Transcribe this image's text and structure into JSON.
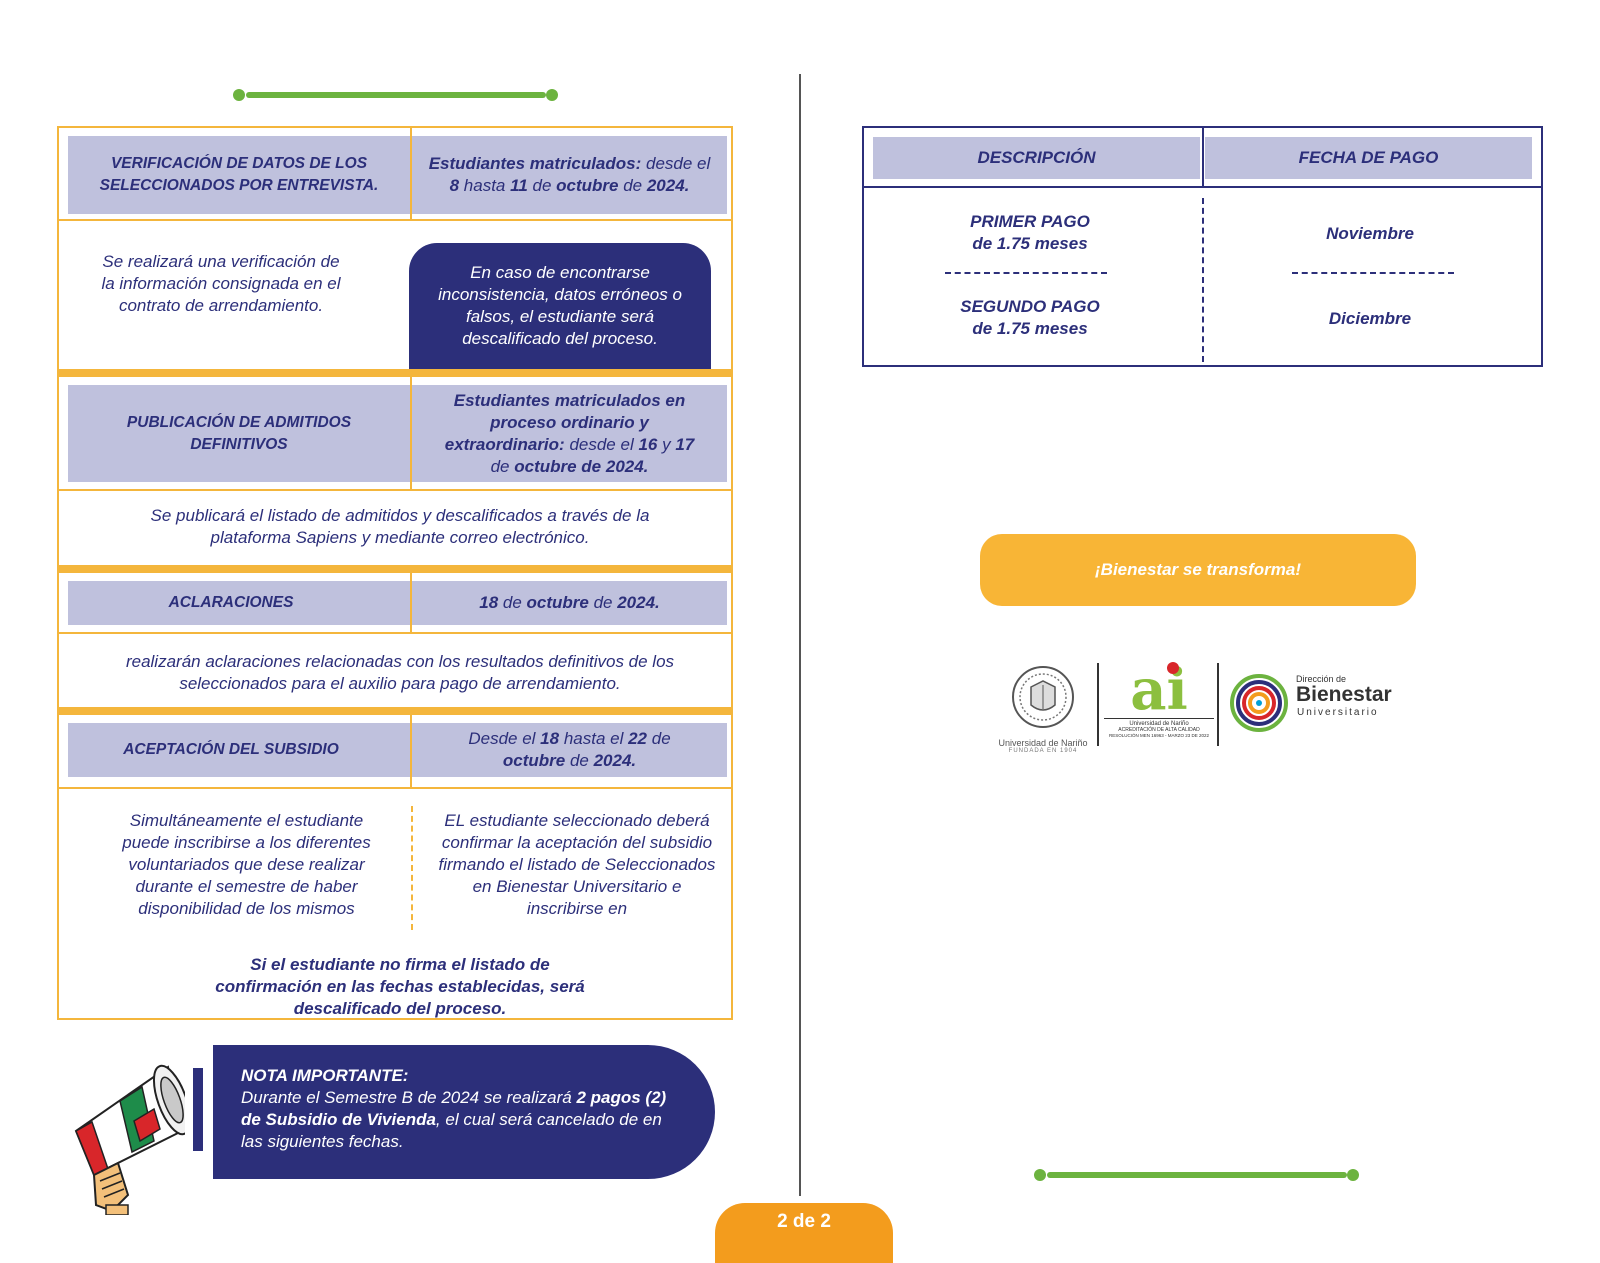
{
  "left_schedule": {
    "row1": {
      "label": "VERIFICACIÓN DE DATOS DE LOS SELECCIONADOS POR ENTREVISTA.",
      "date_parts": [
        "Estudiantes matriculados:",
        " desde el ",
        "8",
        " hasta ",
        "11",
        " de ",
        "octubre",
        " de ",
        "2024."
      ],
      "body_left": "Se realizará una verificación de la información consignada en el contrato de arrendamiento.",
      "body_right": "En caso de encontrarse inconsistencia, datos erróneos o falsos, el estudiante será descalificado del proceso."
    },
    "row2": {
      "label": "PUBLICACIÓN DE ADMITIDOS DEFINITIVOS",
      "date_parts": [
        "Estudiantes matriculados en proceso ordinario y extraordinario:",
        " desde el ",
        "16",
        " y ",
        "17",
        " de ",
        "octubre de 2024."
      ],
      "body": "Se publicará el listado de admitidos y descalificados a través de la plataforma Sapiens y mediante correo electrónico."
    },
    "row3": {
      "label": "ACLARACIONES",
      "date_parts": [
        "18",
        " de ",
        "octubre",
        " de ",
        "2024."
      ],
      "body": "realizarán aclaraciones relacionadas con los resultados definitivos de los seleccionados para el auxilio para pago de arrendamiento."
    },
    "row4": {
      "label": "ACEPTACIÓN DEL SUBSIDIO",
      "date_parts": [
        "Desde el ",
        "18",
        " hasta el ",
        "22",
        " de ",
        "octubre",
        " de ",
        "2024."
      ],
      "body_left": "Simultáneamente el estudiante puede inscribirse a los diferentes voluntariados que dese realizar durante el semestre de haber disponibilidad de los mismos",
      "body_right": "EL estudiante seleccionado deberá confirmar la aceptación del subsidio firmando el listado de Seleccionados en Bienestar Universitario e inscribirse en",
      "warning": "Si el estudiante no firma el listado de confirmación en las fechas establecidas, será descalificado del proceso."
    }
  },
  "note": {
    "title": "NOTA IMPORTANTE:",
    "text_parts": [
      "Durante el Semestre B de 2024 se realizará ",
      "2 pagos (2) de Subsidio de Vivienda",
      ", el cual será cancelado de en las siguientes fechas."
    ],
    "icon": "megaphone-icon"
  },
  "payments_table": {
    "headers": [
      "DESCRIPCIÓN",
      "FECHA DE PAGO"
    ],
    "rows": [
      {
        "description_line1": "PRIMER PAGO",
        "description_line2": "de 1.75 meses",
        "date": "Noviembre"
      },
      {
        "description_line1": "SEGUNDO PAGO",
        "description_line2": "de 1.75 meses",
        "date": "Diciembre"
      }
    ]
  },
  "slogan": "¡Bienestar se transforma!",
  "logos": {
    "udenar": {
      "name": "Universidad de Nariño",
      "tag": "FUNDADA EN 1904"
    },
    "accreditation": {
      "brand": "ai",
      "caption": "Universidad de Nariño",
      "line1": "ACREDITACIÓN DE ALTA CALIDAD",
      "line2": "RESOLUCIÓN MEN 16963 - MARZO 23 DE 2022"
    },
    "bienestar": {
      "small": "Dirección de",
      "main": "Bienestar",
      "sub": "Universitario"
    }
  },
  "page_indicator": "2 de 2",
  "colors": {
    "navy": "#2c2f7a",
    "lavender": "#bfc1dd",
    "gold": "#f4b63c",
    "green": "#6cb33f",
    "orange": "#f39c1d"
  }
}
